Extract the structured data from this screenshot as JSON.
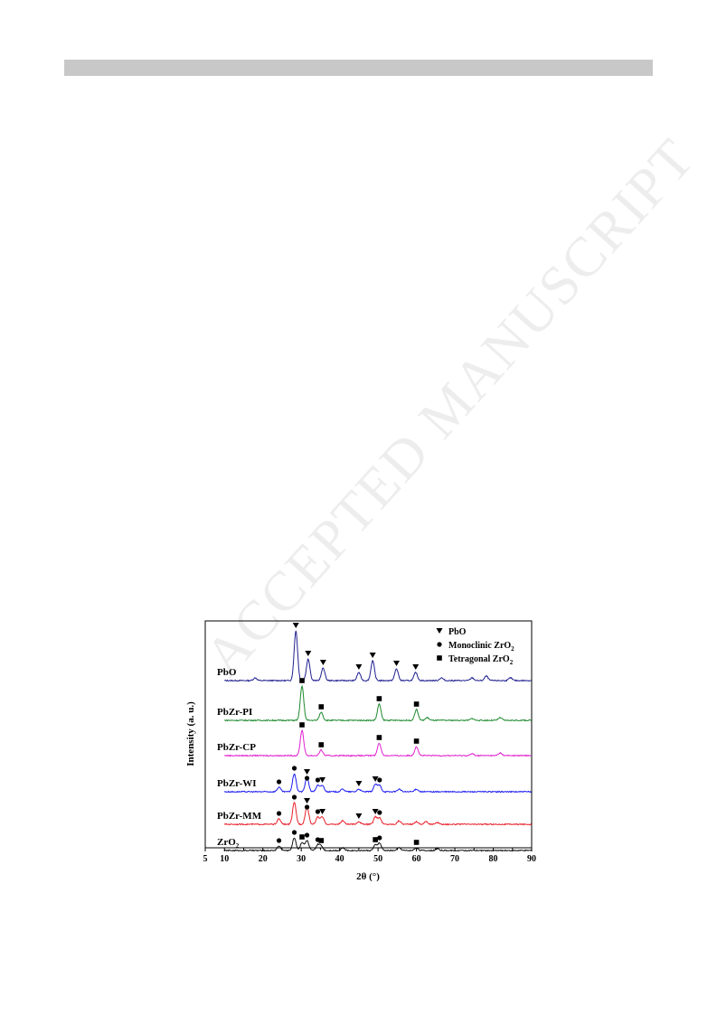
{
  "header_bar_color": "#c8c8c8",
  "watermark": {
    "text": "ACCEPTED MANUSCRIPT"
  },
  "chart_data": {
    "type": "line",
    "title": "",
    "xlabel": "2θ (°)",
    "ylabel": "Intensity (a. u.)",
    "xlim": [
      5,
      90
    ],
    "x_ticks": [
      "5",
      "10",
      "20",
      "30",
      "40",
      "50",
      "60",
      "70",
      "80",
      "90"
    ],
    "y_ticks_shown": false,
    "grid": false,
    "legend_position": "top-right",
    "legend": [
      {
        "marker": "triangle-down",
        "label": "PbO"
      },
      {
        "marker": "circle",
        "label": "Monoclinic ZrO2",
        "label_main": "Monoclinic ZrO",
        "label_sub": "2"
      },
      {
        "marker": "square",
        "label": "Tetragonal ZrO2",
        "label_main": "Tetragonal ZrO",
        "label_sub": "2"
      }
    ],
    "series": [
      {
        "name": "PbO",
        "label_main": "PbO",
        "label_sub": "",
        "color": "#1f1f8f",
        "peaks": [
          {
            "x": 18,
            "h": 3
          },
          {
            "x": 28.6,
            "h": 55
          },
          {
            "x": 31.8,
            "h": 24
          },
          {
            "x": 35.7,
            "h": 14
          },
          {
            "x": 45.0,
            "h": 9
          },
          {
            "x": 48.6,
            "h": 22
          },
          {
            "x": 54.8,
            "h": 13
          },
          {
            "x": 59.8,
            "h": 9
          },
          {
            "x": 66.5,
            "h": 3
          },
          {
            "x": 74.5,
            "h": 3
          },
          {
            "x": 78.2,
            "h": 5
          },
          {
            "x": 84.5,
            "h": 3
          }
        ],
        "markers": [
          {
            "x": 28.6,
            "type": "triangle-down"
          },
          {
            "x": 31.8,
            "type": "triangle-down"
          },
          {
            "x": 35.7,
            "type": "triangle-down"
          },
          {
            "x": 45.0,
            "type": "triangle-down"
          },
          {
            "x": 48.6,
            "type": "triangle-down"
          },
          {
            "x": 54.8,
            "type": "triangle-down"
          },
          {
            "x": 59.8,
            "type": "triangle-down"
          }
        ]
      },
      {
        "name": "PbZr-PI",
        "label_main": "PbZr-PI",
        "label_sub": "",
        "color": "#1e8a2e",
        "peaks": [
          {
            "x": 30.2,
            "h": 38
          },
          {
            "x": 35.2,
            "h": 9
          },
          {
            "x": 50.3,
            "h": 18
          },
          {
            "x": 60.0,
            "h": 12
          },
          {
            "x": 62.8,
            "h": 3
          },
          {
            "x": 74.5,
            "h": 2
          },
          {
            "x": 81.8,
            "h": 3
          }
        ],
        "markers": [
          {
            "x": 30.2,
            "type": "square"
          },
          {
            "x": 35.2,
            "type": "square"
          },
          {
            "x": 50.3,
            "type": "square"
          },
          {
            "x": 60.0,
            "type": "square"
          }
        ]
      },
      {
        "name": "PbZr-CP",
        "label_main": "PbZr-CP",
        "label_sub": "",
        "color": "#e020d0",
        "peaks": [
          {
            "x": 30.2,
            "h": 28
          },
          {
            "x": 35.2,
            "h": 6
          },
          {
            "x": 50.3,
            "h": 14
          },
          {
            "x": 60.0,
            "h": 10
          },
          {
            "x": 74.5,
            "h": 2
          },
          {
            "x": 81.8,
            "h": 3
          }
        ],
        "markers": [
          {
            "x": 30.2,
            "type": "square"
          },
          {
            "x": 35.2,
            "type": "square"
          },
          {
            "x": 50.3,
            "type": "square"
          },
          {
            "x": 60.0,
            "type": "square"
          }
        ]
      },
      {
        "name": "PbZr-WI",
        "label_main": "PbZr-WI",
        "label_sub": "",
        "color": "#1a1af0",
        "peaks": [
          {
            "x": 24.2,
            "h": 5
          },
          {
            "x": 28.2,
            "h": 20
          },
          {
            "x": 31.5,
            "h": 16
          },
          {
            "x": 34.3,
            "h": 7
          },
          {
            "x": 35.5,
            "h": 7
          },
          {
            "x": 40.8,
            "h": 3
          },
          {
            "x": 45.0,
            "h": 3
          },
          {
            "x": 49.3,
            "h": 8
          },
          {
            "x": 50.4,
            "h": 7
          },
          {
            "x": 55.5,
            "h": 3
          },
          {
            "x": 60.0,
            "h": 3
          }
        ],
        "markers": [
          {
            "x": 24.2,
            "type": "circle"
          },
          {
            "x": 28.2,
            "type": "circle"
          },
          {
            "x": 31.5,
            "type": "triangle-down"
          },
          {
            "x": 31.5,
            "type": "circle",
            "stack": 1
          },
          {
            "x": 34.3,
            "type": "circle"
          },
          {
            "x": 35.5,
            "type": "triangle-down"
          },
          {
            "x": 45.0,
            "type": "triangle-down"
          },
          {
            "x": 49.3,
            "type": "triangle-down"
          },
          {
            "x": 50.4,
            "type": "circle"
          }
        ]
      },
      {
        "name": "PbZr-MM",
        "label_main": "PbZr-MM",
        "label_sub": "",
        "color": "#e8202a",
        "peaks": [
          {
            "x": 24.2,
            "h": 6
          },
          {
            "x": 28.2,
            "h": 24
          },
          {
            "x": 31.5,
            "h": 20
          },
          {
            "x": 34.3,
            "h": 8
          },
          {
            "x": 35.5,
            "h": 8
          },
          {
            "x": 40.8,
            "h": 4
          },
          {
            "x": 45.0,
            "h": 3
          },
          {
            "x": 49.3,
            "h": 8
          },
          {
            "x": 50.4,
            "h": 7
          },
          {
            "x": 55.5,
            "h": 4
          },
          {
            "x": 60.0,
            "h": 3
          },
          {
            "x": 62.5,
            "h": 3
          },
          {
            "x": 65.5,
            "h": 2
          }
        ],
        "markers": [
          {
            "x": 24.2,
            "type": "circle"
          },
          {
            "x": 28.2,
            "type": "circle"
          },
          {
            "x": 31.5,
            "type": "triangle-down"
          },
          {
            "x": 31.5,
            "type": "circle",
            "stack": 1
          },
          {
            "x": 34.3,
            "type": "circle"
          },
          {
            "x": 35.5,
            "type": "triangle-down"
          },
          {
            "x": 45.0,
            "type": "triangle-down"
          },
          {
            "x": 49.3,
            "type": "triangle-down"
          },
          {
            "x": 50.4,
            "type": "circle"
          }
        ]
      },
      {
        "name": "ZrO2",
        "label_main": "ZrO",
        "label_sub": "2",
        "color": "#111111",
        "peaks": [
          {
            "x": 24.2,
            "h": 5
          },
          {
            "x": 28.2,
            "h": 14
          },
          {
            "x": 30.2,
            "h": 9
          },
          {
            "x": 31.5,
            "h": 11
          },
          {
            "x": 34.3,
            "h": 6
          },
          {
            "x": 35.2,
            "h": 5
          },
          {
            "x": 40.8,
            "h": 3
          },
          {
            "x": 49.3,
            "h": 6
          },
          {
            "x": 50.4,
            "h": 8
          },
          {
            "x": 55.5,
            "h": 3
          },
          {
            "x": 60.0,
            "h": 3
          },
          {
            "x": 65.5,
            "h": 2
          }
        ],
        "markers": [
          {
            "x": 24.2,
            "type": "circle"
          },
          {
            "x": 28.2,
            "type": "circle"
          },
          {
            "x": 30.2,
            "type": "square"
          },
          {
            "x": 31.5,
            "type": "circle"
          },
          {
            "x": 34.3,
            "type": "circle"
          },
          {
            "x": 35.2,
            "type": "square"
          },
          {
            "x": 49.3,
            "type": "square"
          },
          {
            "x": 50.4,
            "type": "circle"
          },
          {
            "x": 60.0,
            "type": "square"
          }
        ]
      }
    ]
  }
}
